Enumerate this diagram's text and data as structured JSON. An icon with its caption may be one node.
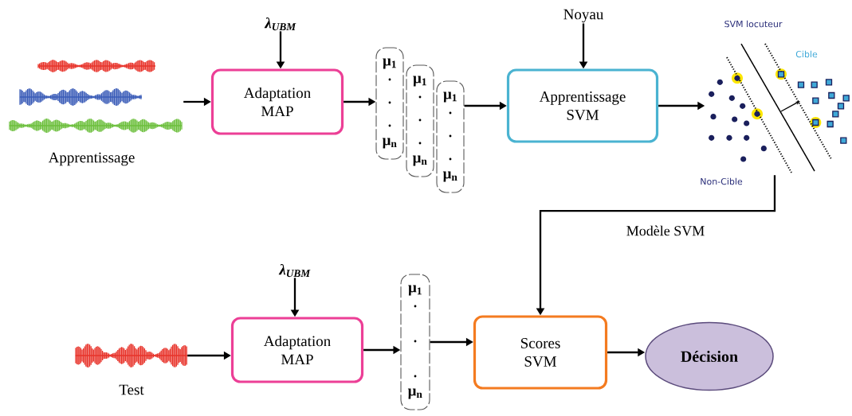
{
  "diagram": {
    "nodes": [
      {
        "text": [],
        "shape": "picture",
        "beside": [
          "Apprentissage"
        ]
      },
      {
        "text": [
          "λ$_{UBM}$"
        ]
      },
      {
        "text": [
          "Adaptation MAP"
        ]
      },
      {
        "text": [
          "μ$_{1}$",
          "μ$_{n}$"
        ]
      },
      {
        "text": [
          "μ$_{1}$",
          "μ$_{n}$"
        ]
      },
      {
        "text": [
          "μ$_{1}$",
          "μ$_{n}$"
        ]
      },
      {
        "text": [
          "Noyau"
        ]
      },
      {
        "text": [
          "Apprentissage SVM"
        ]
      },
      {
        "text": [],
        "shape": "picture"
      },
      {
        "text": [],
        "shape": "picture",
        "beside": [
          "Test"
        ]
      },
      {
        "text": [
          "λ$_{UBM}$"
        ]
      },
      {
        "text": [
          "Adaptation MAP"
        ]
      },
      {
        "text": [
          "μ$_{1}$",
          "μ$_{n}$"
        ]
      },
      {
        "text": [
          "Scores SVM"
        ]
      },
      {
        "text": [
          "Décision"
        ]
      }
    ],
    "edges": [
      {
        "from": 0,
        "to": 2,
        "arrow": "to"
      },
      {
        "from": 1,
        "to": 2,
        "arrow": "to"
      },
      {
        "from": 2,
        "to": 3,
        "arrow": "to"
      },
      {
        "from": 5,
        "to": 7,
        "arrow": "to"
      },
      {
        "from": 6,
        "to": 7,
        "arrow": "to"
      },
      {
        "from": 7,
        "to": 8,
        "arrow": "to"
      },
      {
        "from": 8,
        "to": 13,
        "arrow": "to",
        "label": "Modèle SVM"
      },
      {
        "from": 9,
        "to": 11,
        "arrow": "to"
      },
      {
        "from": 10,
        "to": 11,
        "arrow": "to"
      },
      {
        "from": 11,
        "to": 12,
        "arrow": "to"
      },
      {
        "from": 12,
        "to": 13,
        "arrow": "to"
      },
      {
        "from": 13,
        "to": 14,
        "arrow": "to"
      }
    ],
    "labels": [
      "SVM locuteur",
      "Cible",
      "Non-Cible"
    ]
  }
}
